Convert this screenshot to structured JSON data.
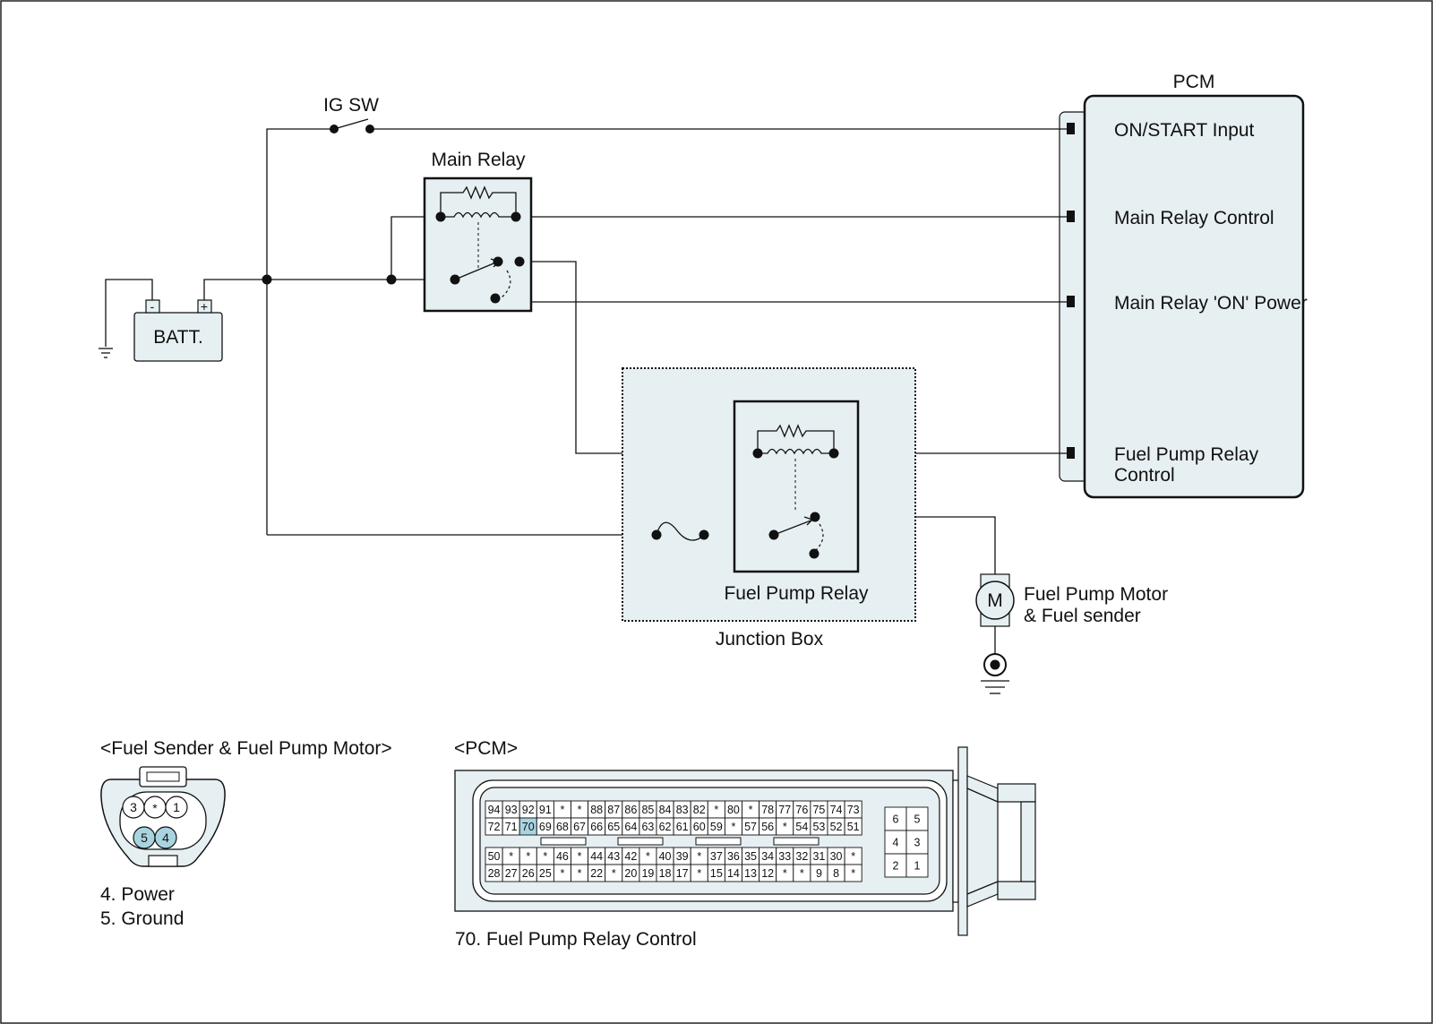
{
  "schematic": {
    "ig_switch": "IG SW",
    "battery": "BATT.",
    "battery_neg": "-",
    "battery_pos": "+",
    "main_relay": "Main Relay",
    "fuel_pump_relay": "Fuel Pump Relay",
    "junction_box": "Junction Box",
    "pcm": "PCM",
    "pcm_inputs": [
      "ON/START Input",
      "Main Relay Control",
      "Main Relay 'ON' Power",
      "Fuel Pump Relay",
      "Control"
    ],
    "motor_symbol": "M",
    "motor_label_1": "Fuel Pump Motor",
    "motor_label_2": "& Fuel sender"
  },
  "fuel_connector": {
    "title": "<Fuel Sender & Fuel Pump Motor>",
    "pins_top": [
      "3",
      "*",
      "1"
    ],
    "pins_bottom": [
      "5",
      "4"
    ],
    "legend": [
      "4. Power",
      "5. Ground"
    ]
  },
  "pcm_connector": {
    "title": "<PCM>",
    "rows_a": [
      [
        "94",
        "93",
        "92",
        "91",
        "*",
        "*",
        "88",
        "87",
        "86",
        "85",
        "84",
        "83",
        "82",
        "*",
        "80",
        "*",
        "78",
        "77",
        "76",
        "75",
        "74",
        "73"
      ],
      [
        "72",
        "71",
        "70",
        "69",
        "68",
        "67",
        "66",
        "65",
        "64",
        "63",
        "62",
        "61",
        "60",
        "59",
        "*",
        "57",
        "56",
        "*",
        "54",
        "53",
        "52",
        "51"
      ]
    ],
    "rows_b": [
      [
        "50",
        "*",
        "*",
        "*",
        "46",
        "*",
        "44",
        "43",
        "42",
        "*",
        "40",
        "39",
        "*",
        "37",
        "36",
        "35",
        "34",
        "33",
        "32",
        "31",
        "30",
        "*"
      ],
      [
        "28",
        "27",
        "26",
        "25",
        "*",
        "*",
        "22",
        "*",
        "20",
        "19",
        "18",
        "17",
        "*",
        "15",
        "14",
        "13",
        "12",
        "*",
        "*",
        "9",
        "8",
        "*"
      ]
    ],
    "small_block": [
      [
        "6",
        "5"
      ],
      [
        "4",
        "3"
      ],
      [
        "2",
        "1"
      ]
    ],
    "highlight_pin": "70",
    "legend": "70. Fuel Pump Relay Control"
  },
  "colors": {
    "component_fill": "#e6eff2",
    "pin_highlight": "#a9d3df",
    "line": "#111111"
  }
}
